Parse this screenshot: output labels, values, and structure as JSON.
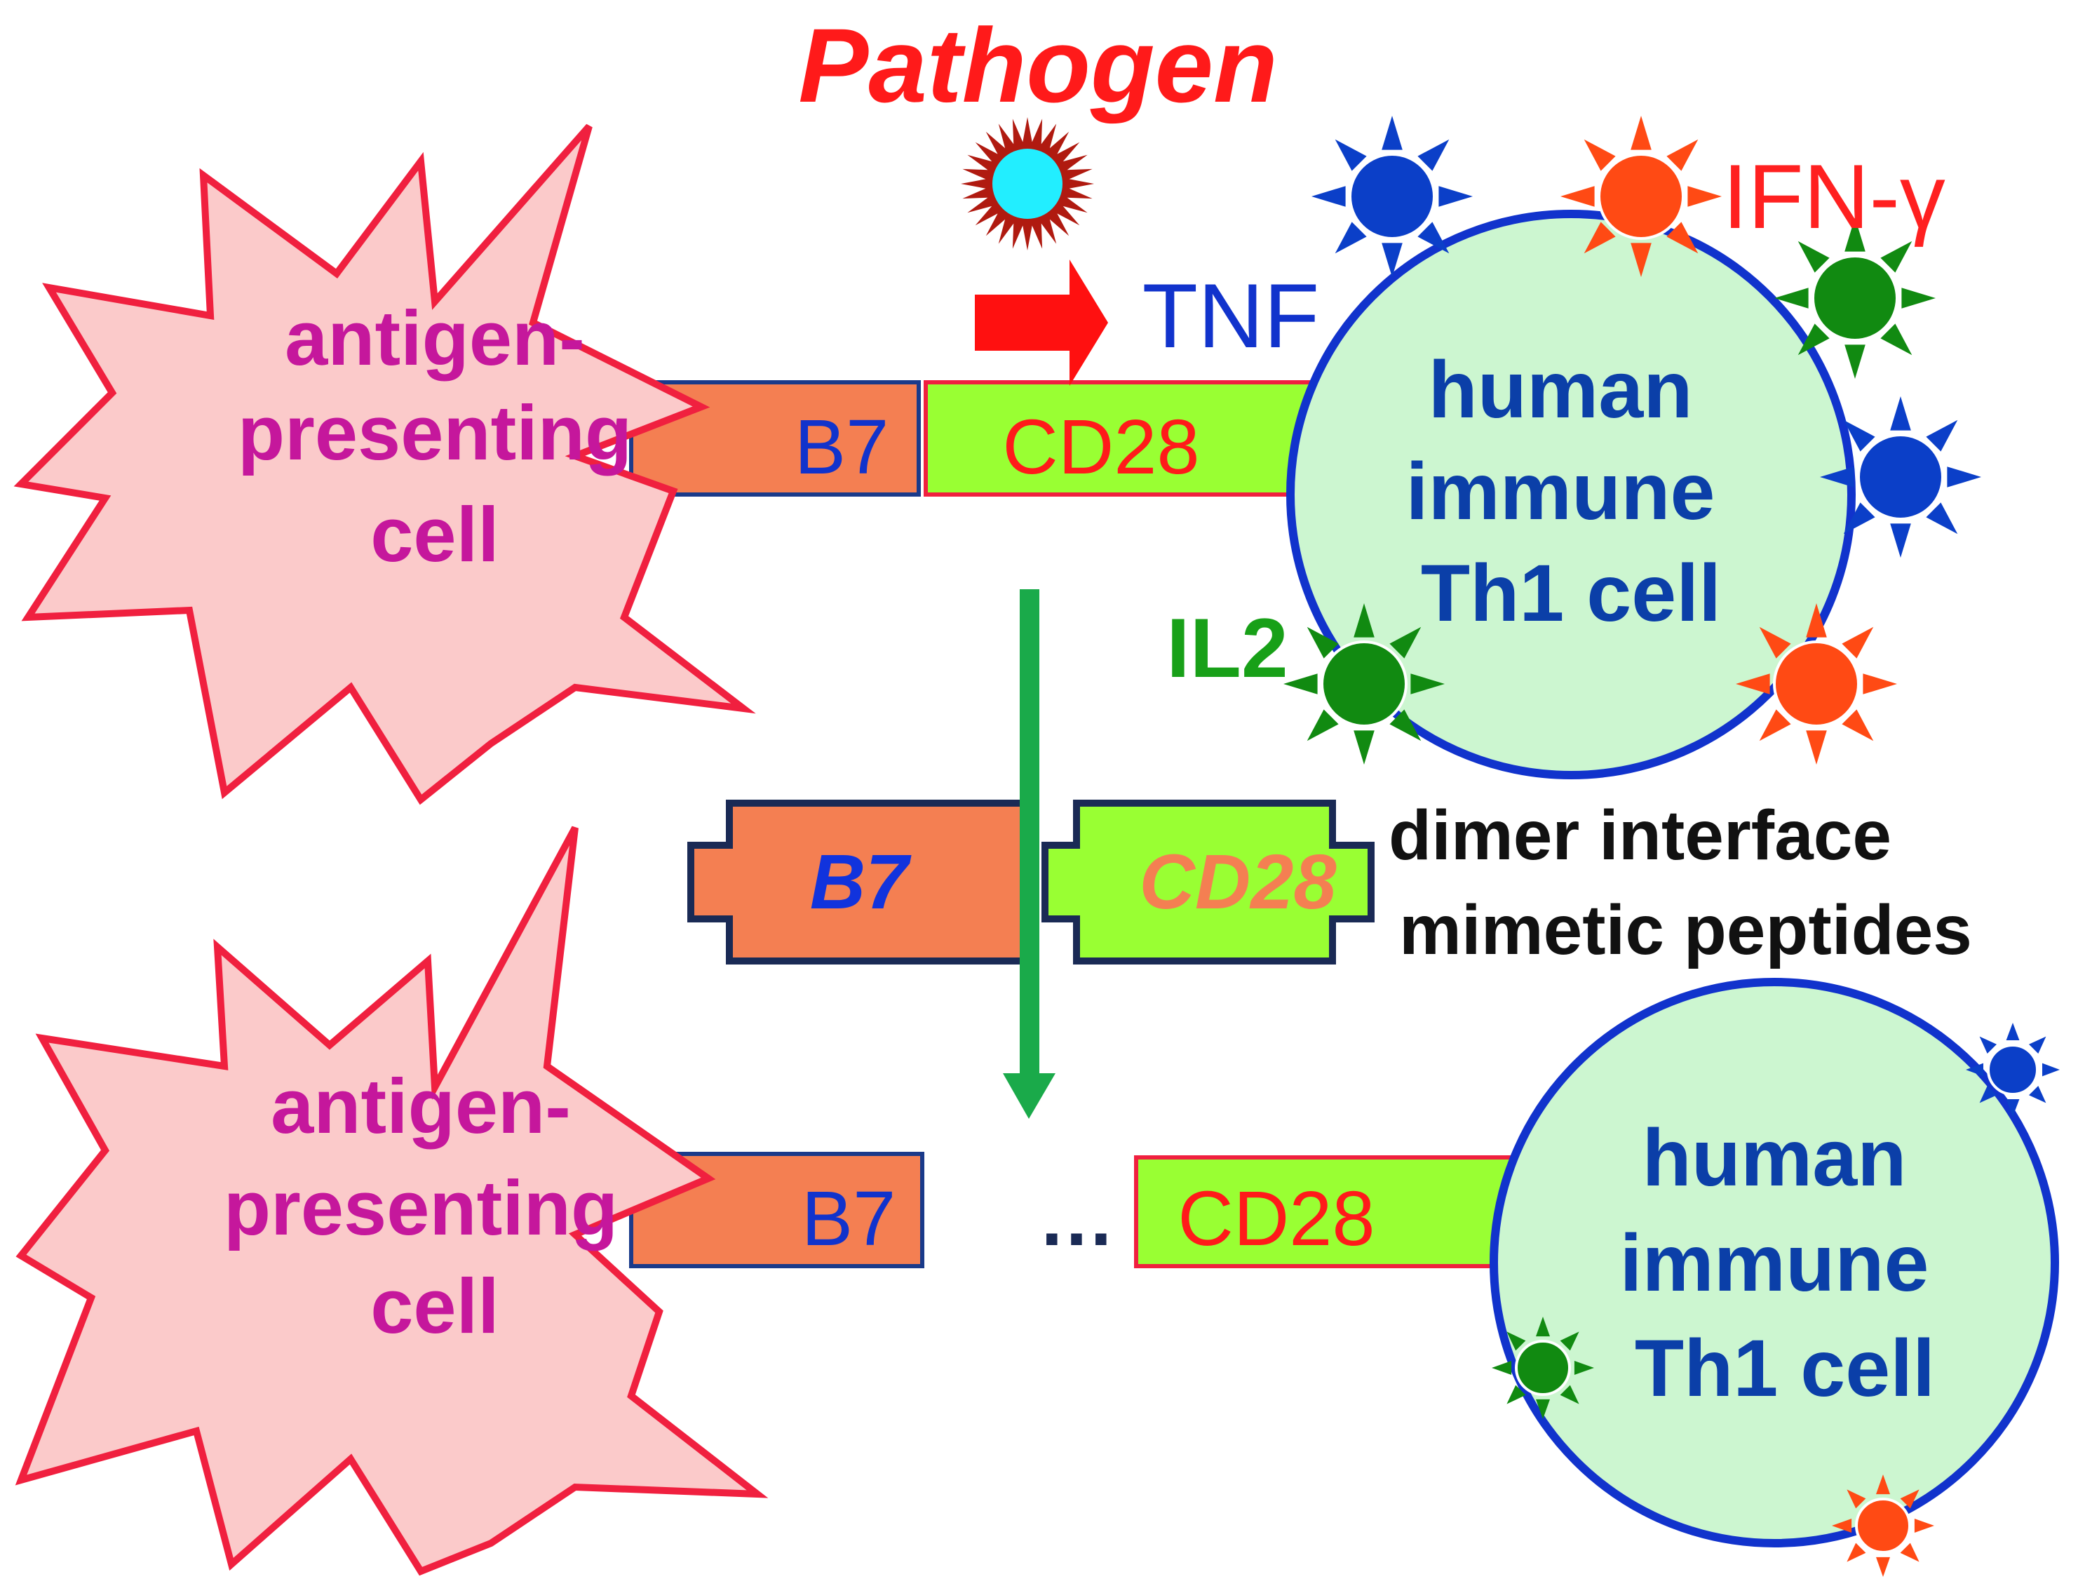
{
  "pathogen": {
    "label": "Pathogen"
  },
  "top": {
    "apc_lines": [
      "antigen-",
      "presenting",
      "cell"
    ],
    "b7": "B7",
    "cd28": "CD28",
    "tcell_lines": [
      "human",
      "immune",
      "Th1 cell"
    ],
    "cytokines": {
      "tnf": "TNF",
      "ifn": "IFN-γ",
      "il2": "IL2"
    }
  },
  "peptides": {
    "b7": "B7",
    "cd28": "CD28",
    "caption_lines": [
      "dimer interface",
      "mimetic peptides"
    ]
  },
  "bottom": {
    "apc_lines": [
      "antigen-",
      "presenting",
      "cell"
    ],
    "b7": "B7",
    "gap": "…",
    "cd28": "CD28",
    "tcell_lines": [
      "human",
      "immune",
      "Th1 cell"
    ]
  },
  "colors": {
    "apc_fill": "#fbcaca",
    "apc_stroke": "#f0203f",
    "apc_text": "#c5179c",
    "b7_fill": "#f47f52",
    "cd28_fill": "#99ff33",
    "tcell_fill": "#ccf6d0",
    "tcell_stroke": "#1133cc",
    "tcell_text": "#0b3fa8",
    "pathogen_text": "#ff1a1a",
    "tnf_text": "#1133cc",
    "ifn_text": "#ff2020",
    "il2_text": "#18a018",
    "blue_cytokine": "#0b3fc8",
    "orange_cytokine": "#ff4a14",
    "green_cytokine": "#118a11",
    "arrow_red": "#ff1010",
    "arrow_green": "#1aaa4a",
    "pathogen_outer": "#b01a10",
    "pathogen_core": "#22eeff",
    "peptide_stroke": "#1a2a55"
  }
}
